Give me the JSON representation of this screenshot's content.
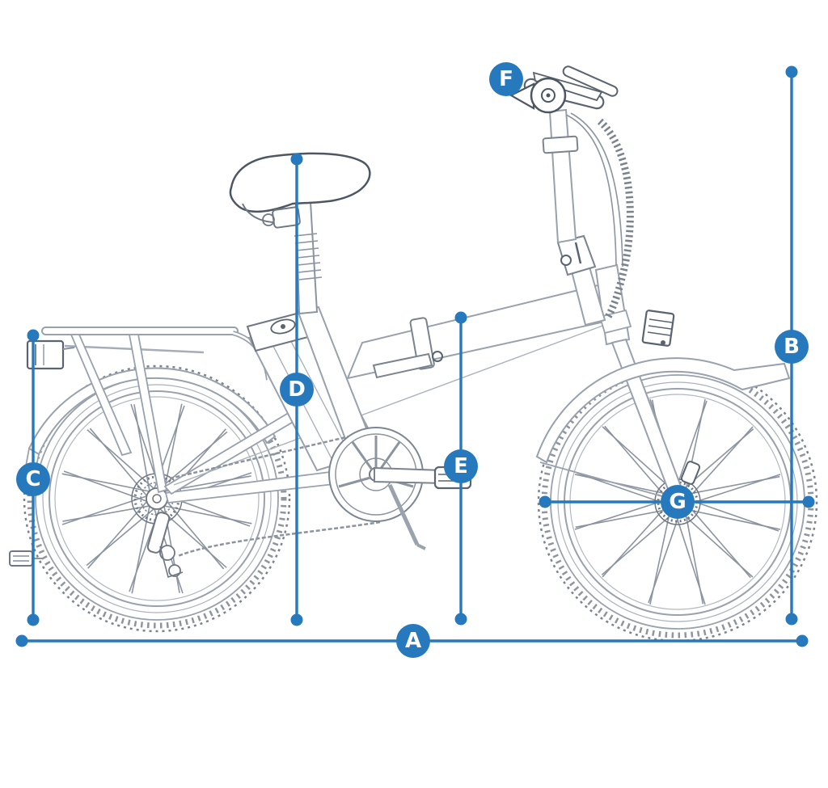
{
  "diagram": {
    "type": "ebike-dimension-line-art",
    "accent_color": "#2679bd",
    "sketch_light": "#98a1ac",
    "sketch_mid": "#7a838e",
    "sketch_dark": "#4d5761",
    "labels": [
      {
        "letter": "A"
      },
      {
        "letter": "B"
      },
      {
        "letter": "C"
      },
      {
        "letter": "D"
      },
      {
        "letter": "E"
      },
      {
        "letter": "F"
      },
      {
        "letter": "G"
      }
    ]
  }
}
